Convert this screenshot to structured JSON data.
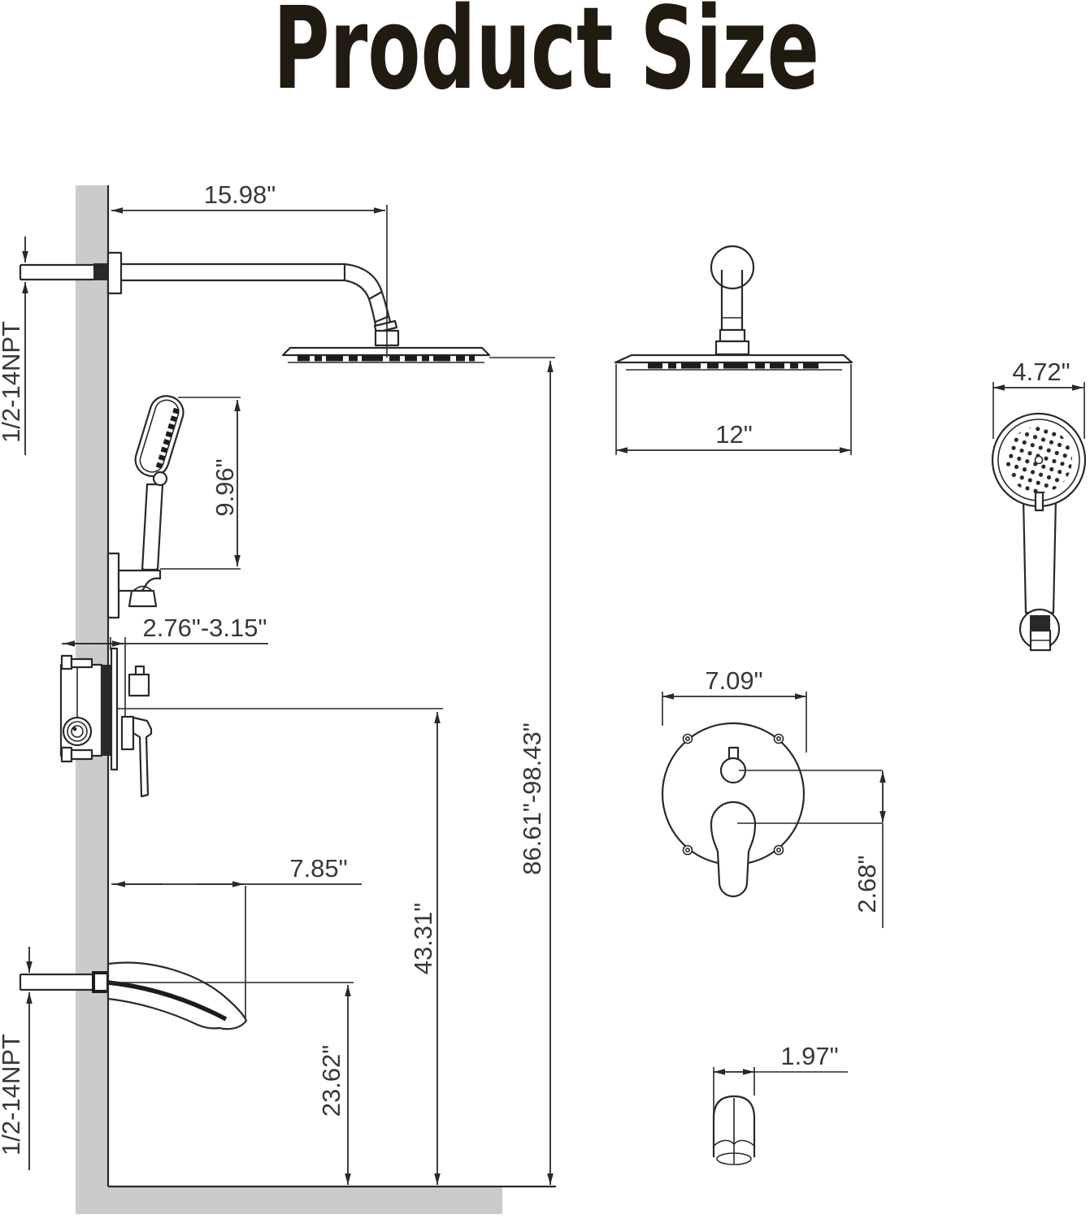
{
  "title": "Product Size",
  "side_view": {
    "arm_length": "15.98\"",
    "top_inlet_thread": "1/2-14NPT",
    "handheld_height": "9.96\"",
    "valve_depth": "2.76\"-3.15\"",
    "spout_reach": "7.85\"",
    "spout_center_height": "23.62\"",
    "valve_center_height": "43.31\"",
    "overall_height": "86.61\"-98.43\"",
    "bottom_inlet_thread": "1/2-14NPT"
  },
  "front_view": {
    "rain_head_width": "12\"",
    "handheld_width": "4.72\"",
    "valve_trim_width": "7.09\"",
    "control_spacing": "2.68\"",
    "spout_end_width": "1.97\""
  },
  "colors": {
    "line": "#2b2927",
    "wall_gray": "#cbcbcb",
    "text": "#3b3734",
    "title": "#201a11"
  }
}
